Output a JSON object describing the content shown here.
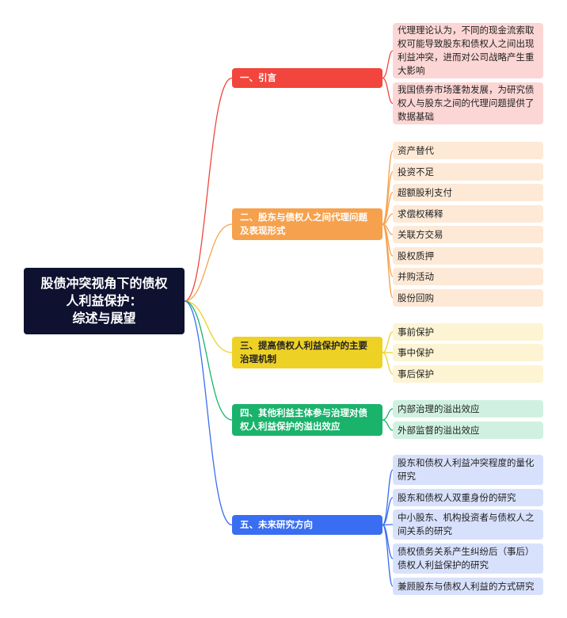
{
  "root": {
    "lines": [
      "股债冲突视角下的债权",
      "人利益保护：",
      "综述与展望"
    ]
  },
  "branches": [
    {
      "label": "一、引言",
      "color": "#f2453d",
      "children": [
        "代理理论认为，不同的现金流索取权可能导致股东和债权人之间出现利益冲突，进而对公司战略产生重大影响",
        "我国债券市场蓬勃发展，为研究债权人与股东之间的代理问题提供了数据基础"
      ]
    },
    {
      "label": "二、股东与债权人之间代理问题及表现形式",
      "color": "#f6a14d",
      "children": [
        "资产替代",
        "投资不足",
        "超额股利支付",
        "求偿权稀释",
        "关联方交易",
        "股权质押",
        "并购活动",
        "股份回购"
      ]
    },
    {
      "label": "三、提高债权人利益保护的主要治理机制",
      "color": "#eed125",
      "children": [
        "事前保护",
        "事中保护",
        "事后保护"
      ]
    },
    {
      "label": "四、其他利益主体参与治理对债权人利益保护的溢出效应",
      "color": "#19b36b",
      "children": [
        "内部治理的溢出效应",
        "外部监督的溢出效应"
      ]
    },
    {
      "label": "五、未来研究方向",
      "color": "#3a6ef2",
      "children": [
        "股东和债权人利益冲突程度的量化研究",
        "股东和债权人双重身份的研究",
        "中小股东、机构投资者与债权人之间关系的研究",
        "债权债务关系产生纠纷后（事后）债权人利益保护的研究",
        "兼顾股东与债权人利益的方式研究"
      ]
    }
  ]
}
